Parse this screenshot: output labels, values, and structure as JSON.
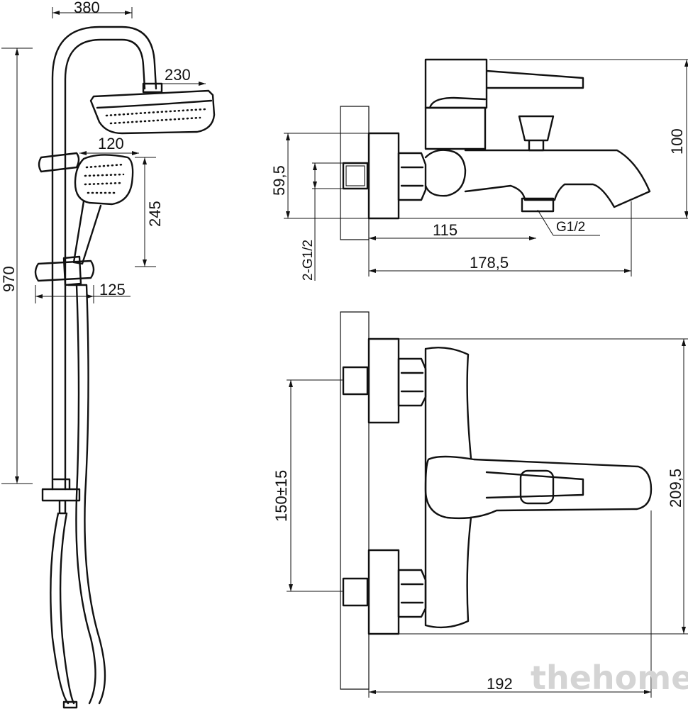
{
  "dimensions": {
    "total_height": "970",
    "rail_width": "380",
    "head_size": "230",
    "hand_width": "120",
    "hand_length": "245",
    "holder_offset": "125",
    "side_height": "59,5",
    "connection": "2-G1/2",
    "outlet_thread": "G1/2",
    "spout_offset": "115",
    "spout_length": "178,5",
    "mixer_height": "100",
    "inlet_distance": "150±15",
    "top_width": "209,5",
    "top_depth": "192"
  },
  "watermark": "thehome"
}
